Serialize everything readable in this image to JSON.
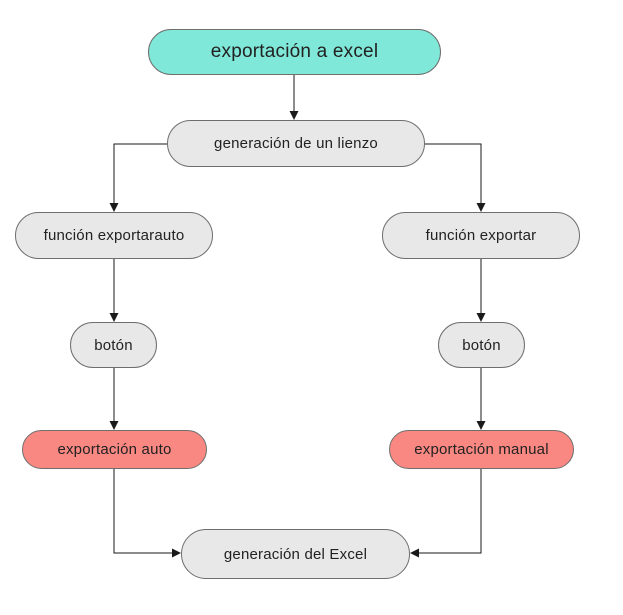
{
  "diagram": {
    "nodes": {
      "title": "exportación a excel",
      "canvas": "generación de un lienzo",
      "func_auto": "función exportarauto",
      "func_export": "función exportar",
      "button_left": "botón",
      "button_right": "botón",
      "export_auto": "exportación auto",
      "export_manual": "exportación manual",
      "excel_generation": "generación del Excel"
    },
    "colors": {
      "title_fill": "#7fe8d8",
      "default_fill": "#e8e8e8",
      "export_fill": "#f98882",
      "stroke": "#6e6e6e",
      "arrow": "#1a1a1a"
    }
  }
}
